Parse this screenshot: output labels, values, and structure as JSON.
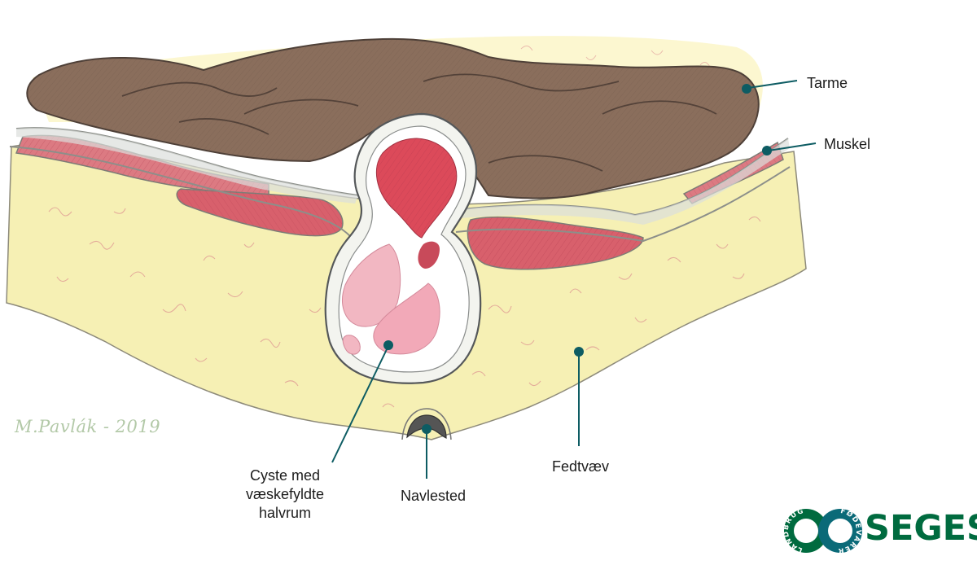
{
  "labels": {
    "tarme": "Tarme",
    "muskel": "Muskel",
    "fedtvaev": "Fedtvæv",
    "navlested": "Navlested",
    "cyste": [
      "Cyste med",
      "væskefyldte",
      "halvrum"
    ]
  },
  "signature": "M.Pavlák - 2019",
  "logo": {
    "name": "SEGES",
    "ring_left": "LANDBRUG",
    "ring_right": "FØDEVARER"
  },
  "colors": {
    "leader": "#0d5c63",
    "intestine": "#8a6e5c",
    "muscle": "#d8606c",
    "fat": "#f5f0b0",
    "logo_green": "#006b3f",
    "logo_teal": "#0a6a78"
  }
}
